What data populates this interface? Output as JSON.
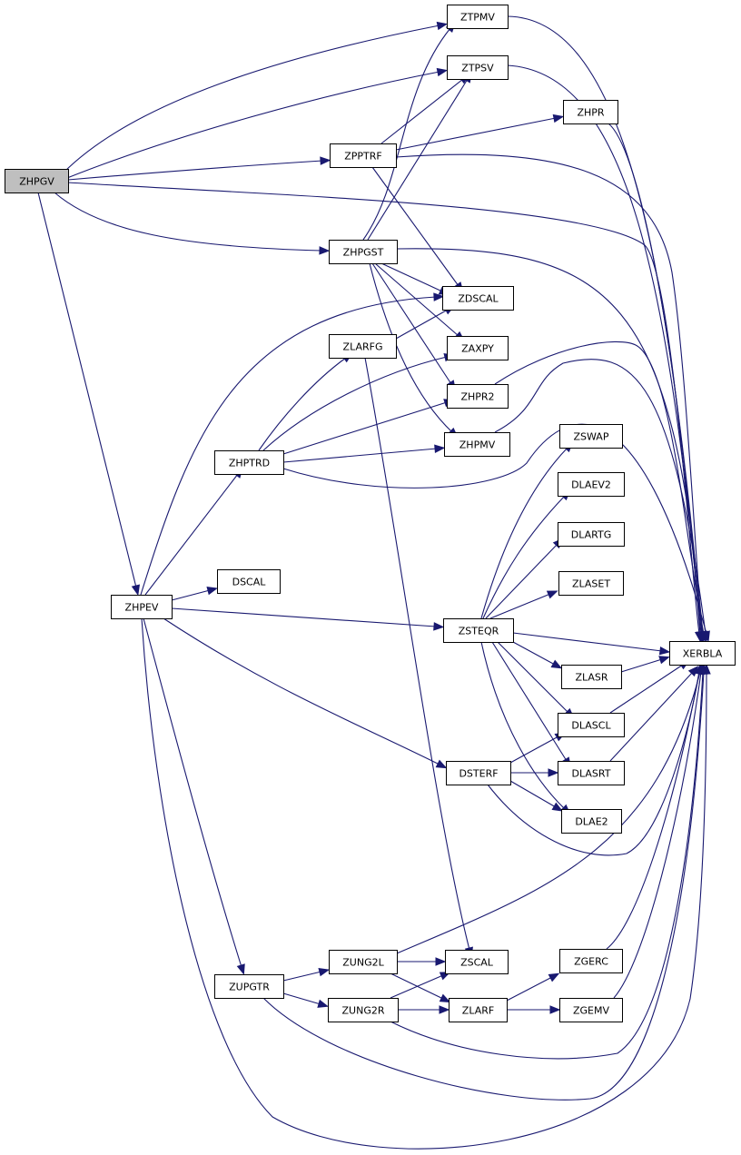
{
  "graph": {
    "root": "ZHPGV",
    "nodes": [
      {
        "id": "ZHPGV",
        "label": "ZHPGV",
        "root": true
      },
      {
        "id": "ZTPMV",
        "label": "ZTPMV"
      },
      {
        "id": "ZTPSV",
        "label": "ZTPSV"
      },
      {
        "id": "ZHPR",
        "label": "ZHPR"
      },
      {
        "id": "ZPPTRF",
        "label": "ZPPTRF"
      },
      {
        "id": "ZHPGST",
        "label": "ZHPGST"
      },
      {
        "id": "ZDSCAL",
        "label": "ZDSCAL"
      },
      {
        "id": "ZLARFG",
        "label": "ZLARFG"
      },
      {
        "id": "ZAXPY",
        "label": "ZAXPY"
      },
      {
        "id": "ZHPR2",
        "label": "ZHPR2"
      },
      {
        "id": "ZHPMV",
        "label": "ZHPMV"
      },
      {
        "id": "ZSWAP",
        "label": "ZSWAP"
      },
      {
        "id": "ZHPTRD",
        "label": "ZHPTRD"
      },
      {
        "id": "DLAEV2",
        "label": "DLAEV2"
      },
      {
        "id": "DLARTG",
        "label": "DLARTG"
      },
      {
        "id": "DSCAL",
        "label": "DSCAL"
      },
      {
        "id": "ZLASET",
        "label": "ZLASET"
      },
      {
        "id": "ZHPEV",
        "label": "ZHPEV"
      },
      {
        "id": "ZSTEQR",
        "label": "ZSTEQR"
      },
      {
        "id": "XERBLA",
        "label": "XERBLA"
      },
      {
        "id": "ZLASR",
        "label": "ZLASR"
      },
      {
        "id": "DLASCL",
        "label": "DLASCL"
      },
      {
        "id": "DSTERF",
        "label": "DSTERF"
      },
      {
        "id": "DLASRT",
        "label": "DLASRT"
      },
      {
        "id": "DLAE2",
        "label": "DLAE2"
      },
      {
        "id": "ZGERC",
        "label": "ZGERC"
      },
      {
        "id": "ZUNG2L",
        "label": "ZUNG2L"
      },
      {
        "id": "ZSCAL",
        "label": "ZSCAL"
      },
      {
        "id": "ZUPGTR",
        "label": "ZUPGTR"
      },
      {
        "id": "ZUNG2R",
        "label": "ZUNG2R"
      },
      {
        "id": "ZLARF",
        "label": "ZLARF"
      },
      {
        "id": "ZGEMV",
        "label": "ZGEMV"
      }
    ],
    "edges": [
      {
        "from": "ZHPGV",
        "to": "ZTPMV"
      },
      {
        "from": "ZHPGV",
        "to": "ZTPSV"
      },
      {
        "from": "ZHPGV",
        "to": "ZPPTRF"
      },
      {
        "from": "ZHPGV",
        "to": "ZHPGST"
      },
      {
        "from": "ZHPGV",
        "to": "XERBLA"
      },
      {
        "from": "ZHPGV",
        "to": "ZHPEV"
      },
      {
        "from": "ZTPMV",
        "to": "XERBLA"
      },
      {
        "from": "ZTPSV",
        "to": "XERBLA"
      },
      {
        "from": "ZHPR",
        "to": "XERBLA"
      },
      {
        "from": "ZPPTRF",
        "to": "ZTPSV"
      },
      {
        "from": "ZPPTRF",
        "to": "ZHPR"
      },
      {
        "from": "ZPPTRF",
        "to": "XERBLA"
      },
      {
        "from": "ZPPTRF",
        "to": "ZDSCAL"
      },
      {
        "from": "ZHPGST",
        "to": "ZTPMV"
      },
      {
        "from": "ZHPGST",
        "to": "ZTPSV"
      },
      {
        "from": "ZHPGST",
        "to": "XERBLA"
      },
      {
        "from": "ZHPGST",
        "to": "ZDSCAL"
      },
      {
        "from": "ZHPGST",
        "to": "ZAXPY"
      },
      {
        "from": "ZHPGST",
        "to": "ZHPR2"
      },
      {
        "from": "ZHPGST",
        "to": "ZHPMV"
      },
      {
        "from": "ZLARFG",
        "to": "ZDSCAL"
      },
      {
        "from": "ZLARFG",
        "to": "ZSCAL"
      },
      {
        "from": "ZHPR2",
        "to": "XERBLA"
      },
      {
        "from": "ZHPMV",
        "to": "XERBLA"
      },
      {
        "from": "ZHPTRD",
        "to": "ZLARFG"
      },
      {
        "from": "ZHPTRD",
        "to": "ZAXPY"
      },
      {
        "from": "ZHPTRD",
        "to": "ZHPR2"
      },
      {
        "from": "ZHPTRD",
        "to": "ZHPMV"
      },
      {
        "from": "ZHPTRD",
        "to": "XERBLA"
      },
      {
        "from": "ZHPEV",
        "to": "ZDSCAL"
      },
      {
        "from": "ZHPEV",
        "to": "ZHPTRD"
      },
      {
        "from": "ZHPEV",
        "to": "DSCAL"
      },
      {
        "from": "ZHPEV",
        "to": "ZSTEQR"
      },
      {
        "from": "ZHPEV",
        "to": "DSTERF"
      },
      {
        "from": "ZHPEV",
        "to": "ZUPGTR"
      },
      {
        "from": "ZHPEV",
        "to": "XERBLA"
      },
      {
        "from": "ZSTEQR",
        "to": "ZSWAP"
      },
      {
        "from": "ZSTEQR",
        "to": "DLAEV2"
      },
      {
        "from": "ZSTEQR",
        "to": "DLARTG"
      },
      {
        "from": "ZSTEQR",
        "to": "ZLASET"
      },
      {
        "from": "ZSTEQR",
        "to": "XERBLA"
      },
      {
        "from": "ZSTEQR",
        "to": "ZLASR"
      },
      {
        "from": "ZSTEQR",
        "to": "DLASCL"
      },
      {
        "from": "ZSTEQR",
        "to": "DLASRT"
      },
      {
        "from": "ZSTEQR",
        "to": "DLAE2"
      },
      {
        "from": "ZLASR",
        "to": "XERBLA"
      },
      {
        "from": "DLASCL",
        "to": "XERBLA"
      },
      {
        "from": "DLASRT",
        "to": "XERBLA"
      },
      {
        "from": "DSTERF",
        "to": "DLASCL"
      },
      {
        "from": "DSTERF",
        "to": "DLASRT"
      },
      {
        "from": "DSTERF",
        "to": "DLAE2"
      },
      {
        "from": "DSTERF",
        "to": "XERBLA"
      },
      {
        "from": "ZGERC",
        "to": "XERBLA"
      },
      {
        "from": "ZGEMV",
        "to": "XERBLA"
      },
      {
        "from": "ZUNG2L",
        "to": "ZSCAL"
      },
      {
        "from": "ZUNG2L",
        "to": "ZLARF"
      },
      {
        "from": "ZUNG2L",
        "to": "XERBLA"
      },
      {
        "from": "ZUPGTR",
        "to": "ZUNG2L"
      },
      {
        "from": "ZUPGTR",
        "to": "ZUNG2R"
      },
      {
        "from": "ZUPGTR",
        "to": "XERBLA"
      },
      {
        "from": "ZUNG2R",
        "to": "ZSCAL"
      },
      {
        "from": "ZUNG2R",
        "to": "ZLARF"
      },
      {
        "from": "ZUNG2R",
        "to": "XERBLA"
      },
      {
        "from": "ZLARF",
        "to": "ZGERC"
      },
      {
        "from": "ZLARF",
        "to": "ZGEMV"
      }
    ]
  },
  "colors": {
    "edge": "#191970",
    "node_border": "#000000",
    "node_fill": "#ffffff",
    "root_fill": "#bfbfbf"
  }
}
